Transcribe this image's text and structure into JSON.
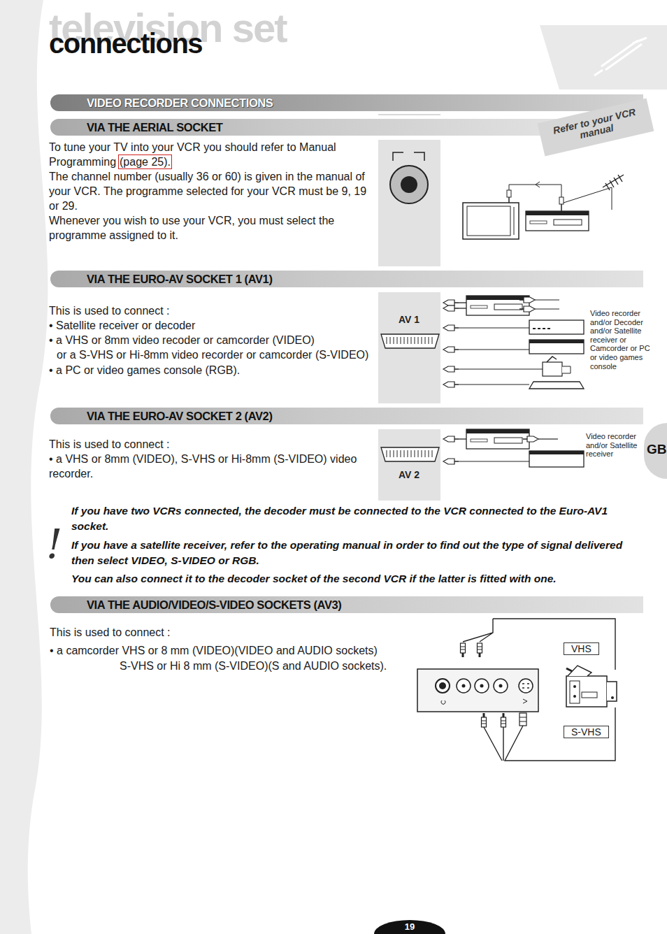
{
  "diagram": {
    "title": "connections",
    "nodes": [
      {
        "text": [
          "VIDEO RECORDER CONNECTIONS"
        ]
      },
      {
        "text": [
          "VIA THE AERIAL SOCKET"
        ]
      },
      {
        "text": [
          "Refer to your VCR manual"
        ]
      },
      {
        "text": [
          "(page 25)."
        ]
      },
      {
        "text": [
          "VIA THE EURO-AV SOCKET 1 (AV1)"
        ]
      },
      {
        "text": [
          "VIA THE EURO-AV SOCKET 2 (AV2)"
        ]
      },
      {
        "text": [
          "GB"
        ]
      },
      {
        "text": [
          "VIA THE AUDIO/VIDEO/S-VIDEO SOCKETS (AV3)"
        ]
      },
      {
        "text": [
          "VHS"
        ]
      },
      {
        "text": [
          "S-VHS"
        ]
      },
      {
        "text": [
          "19"
        ]
      }
    ],
    "labels": [
      "television set",
      "To tune your TV into your VCR you should refer to Manual",
      "Programming",
      "The channel number (usually 36 or 60) is given in the manual of your VCR. The programme selected for your VCR must be 9, 19 or 29.",
      "Whenever you wish to use your VCR, you must select the programme assigned to it.",
      "This is used to connect :",
      "• Satellite receiver or decoder",
      "• a VHS or 8mm video recoder or camcorder (VIDEO)",
      "or a S-VHS or Hi-8mm video recorder or camcorder (S-VIDEO)",
      "• a PC or video games console (RGB).",
      "AV 1",
      "Video recorder and/or Decoder and/or Satellite receiver or Camcorder or PC or video games console",
      "This is used to connect :",
      "• a VHS or 8mm (VIDEO), S-VHS or Hi-8mm (S-VIDEO) video recorder.",
      "AV 2",
      "Video recorder and/or Satellite receiver",
      "!",
      "If you have two VCRs connected, the decoder must be connected to the VCR connected to the Euro-AV1 socket.",
      "If you have a satellite receiver, refer to the operating manual in order to find out the type of signal delivered then select VIDEO, S-VIDEO or RGB.",
      "You can also connect it to the decoder socket of the second VCR if the latter is fitted with one.",
      "This is used to connect :",
      "• a camcorder VHS or 8 mm (VIDEO)(VIDEO and AUDIO sockets)",
      "S-VHS or Hi 8 mm (S-VIDEO)(S and AUDIO sockets)."
    ]
  }
}
